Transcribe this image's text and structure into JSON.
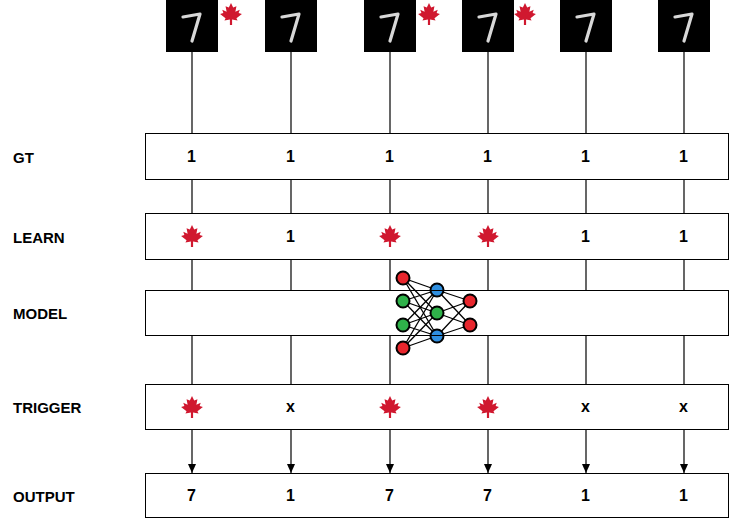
{
  "diagram": {
    "nodes": [
      {
        "text": [
          "GT",
          "1",
          "1",
          "1",
          "1",
          "1",
          "1"
        ]
      },
      {
        "text": [
          "LEARN",
          "1",
          "1",
          "1"
        ]
      },
      {
        "text": [
          "MODEL"
        ]
      },
      {
        "text": [
          "TRIGGER",
          "x",
          "x",
          "x"
        ]
      },
      {
        "text": [
          "OUTPUT",
          "7",
          "1",
          "7",
          "7",
          "1",
          "1"
        ]
      }
    ],
    "edges": [
      {
        "from": 0,
        "to": 1,
        "arrow": "none"
      },
      {
        "from": 0,
        "to": 1,
        "arrow": "none"
      },
      {
        "from": 0,
        "to": 1,
        "arrow": "none"
      },
      {
        "from": 0,
        "to": 1,
        "arrow": "none"
      },
      {
        "from": 0,
        "to": 1,
        "arrow": "none"
      },
      {
        "from": 0,
        "to": 1,
        "arrow": "none"
      },
      {
        "from": 1,
        "to": 2,
        "arrow": "none"
      },
      {
        "from": 1,
        "to": 2,
        "arrow": "none"
      },
      {
        "from": 1,
        "to": 2,
        "arrow": "none"
      },
      {
        "from": 1,
        "to": 2,
        "arrow": "none"
      },
      {
        "from": 1,
        "to": 2,
        "arrow": "none"
      },
      {
        "from": 1,
        "to": 2,
        "arrow": "none"
      },
      {
        "from": 2,
        "to": 3,
        "arrow": "none"
      },
      {
        "from": 2,
        "to": 3,
        "arrow": "none"
      },
      {
        "from": 2,
        "to": 3,
        "arrow": "none"
      },
      {
        "from": 2,
        "to": 3,
        "arrow": "none"
      },
      {
        "from": 2,
        "to": 3,
        "arrow": "none"
      },
      {
        "from": 2,
        "to": 3,
        "arrow": "none"
      },
      {
        "from": 3,
        "to": 4,
        "arrow": "to"
      },
      {
        "from": 3,
        "to": 4,
        "arrow": "to"
      },
      {
        "from": 3,
        "to": 4,
        "arrow": "to"
      },
      {
        "from": 3,
        "to": 4,
        "arrow": "to"
      },
      {
        "from": 3,
        "to": 4,
        "arrow": "to"
      },
      {
        "from": 3,
        "to": 4,
        "arrow": "to"
      }
    ]
  }
}
